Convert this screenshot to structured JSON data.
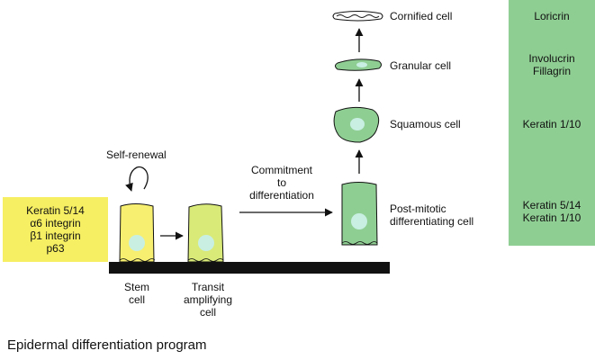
{
  "colors": {
    "stem_fill": "#f7ef70",
    "transit_fill": "#d9ea78",
    "green_fill": "#8fce93",
    "nucleus_fill": "#c8efe2",
    "basement": "#111111",
    "left_box": "#f6ef63",
    "right_panel": "#8fce93"
  },
  "left_markers": [
    "Keratin 5/14",
    "α6 integrin",
    "β1 integrin",
    "p63"
  ],
  "self_renewal": "Self-renewal",
  "commitment": [
    "Commitment",
    "to",
    "differentiation"
  ],
  "cells": {
    "stem": [
      "Stem",
      "cell"
    ],
    "transit": [
      "Transit",
      "amplifying",
      "cell"
    ],
    "post_mitotic": [
      "Post-mitotic",
      "differentiating cell"
    ],
    "squamous": "Squamous cell",
    "granular": "Granular cell",
    "cornified": "Cornified cell"
  },
  "right_markers": {
    "cornified": [
      "Loricrin"
    ],
    "granular": [
      "Involucrin",
      "Fillagrin"
    ],
    "squamous": [
      "Keratin 1/10"
    ],
    "post_mitotic": [
      "Keratin 5/14",
      "Keratin 1/10"
    ]
  },
  "footer_title": "Epidermal differentiation program",
  "icons": {
    "curved_arrow": "self-renewal-arrow-icon",
    "arrow": "arrow-icon"
  }
}
